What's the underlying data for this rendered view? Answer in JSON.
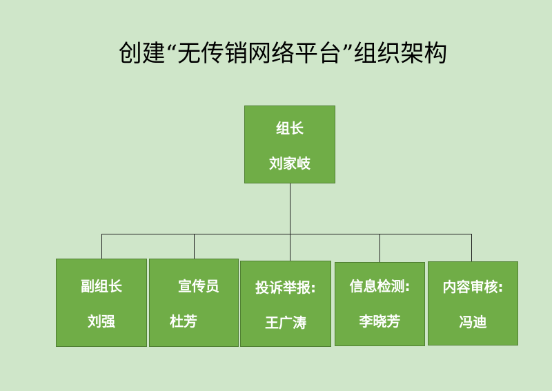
{
  "title": "创建“无传销网络平台”组织架构",
  "root": {
    "role": "组长",
    "name": "刘家岐"
  },
  "members": [
    {
      "role": "副组长",
      "name": "刘强"
    },
    {
      "role": "宣传员",
      "name": "杜芳"
    },
    {
      "role": "投诉举报:",
      "name": "王广涛"
    },
    {
      "role": "信息检测:",
      "name": "李晓芳"
    },
    {
      "role": "内容审核:",
      "name": "冯迪"
    }
  ],
  "colors": {
    "background": "#cfe6c9",
    "box": "#70ad47",
    "line": "#222222"
  }
}
